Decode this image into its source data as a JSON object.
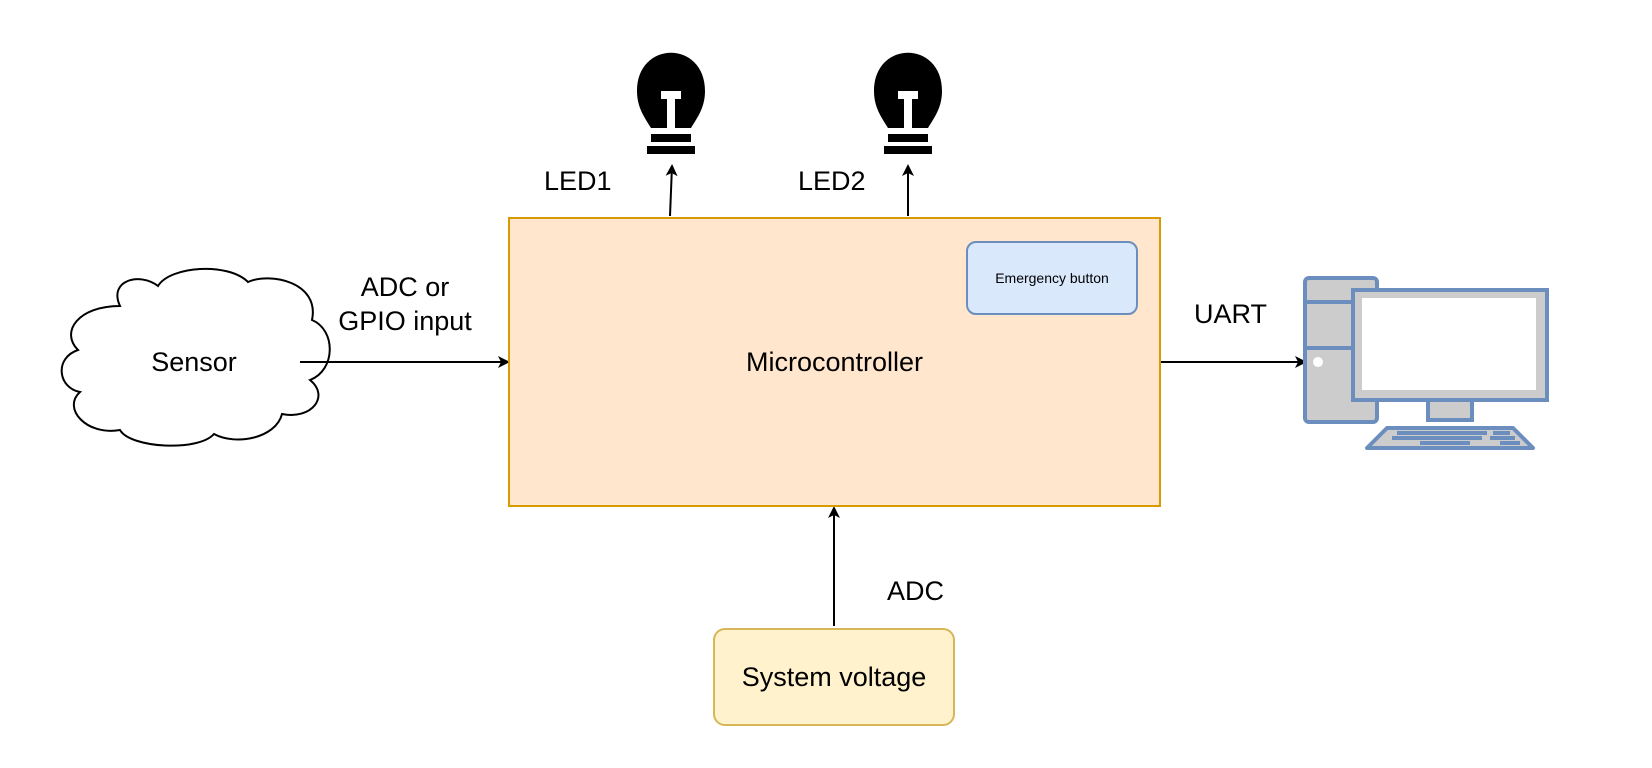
{
  "diagram": {
    "microcontroller": {
      "label": "Microcontroller",
      "fill": "#ffe6cc",
      "stroke": "#d79b00"
    },
    "emergency_button": {
      "label": "Emergency button",
      "fill": "#dae8fc",
      "stroke": "#6c8ebf"
    },
    "sensor": {
      "label": "Sensor",
      "shape": "cloud"
    },
    "system_voltage": {
      "label": "System voltage",
      "fill": "#fff2cc",
      "stroke": "#d6b656"
    },
    "computer": {
      "icon": "desktop-computer-icon",
      "fill": "#cccccc",
      "stroke": "#6c8ebf"
    },
    "led1": {
      "label": "LED1",
      "icon": "lightbulb-icon"
    },
    "led2": {
      "label": "LED2",
      "icon": "lightbulb-icon"
    },
    "edges": {
      "sensor_to_mcu": {
        "label_line1": "ADC or",
        "label_line2": "GPIO input"
      },
      "mcu_to_computer": {
        "label": "UART"
      },
      "voltage_to_mcu": {
        "label": "ADC"
      }
    }
  }
}
